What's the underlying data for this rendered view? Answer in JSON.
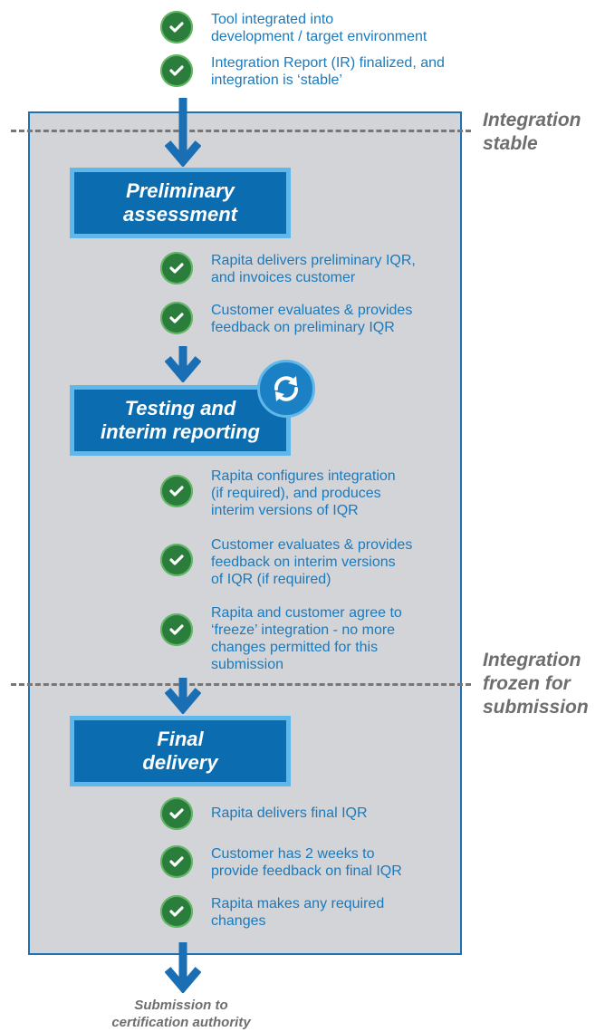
{
  "colors": {
    "panel": "#d3d4d8",
    "panel_border": "#1b72b5",
    "stage_fill": "#0b6db0",
    "stage_border": "#5fb7ea",
    "check_green": "#2a7d3b",
    "item_text": "#1a7abc",
    "milestone_text": "#6e6e6e",
    "arrow": "#1a6fb4"
  },
  "pre_items": [
    {
      "text": "Tool integrated into\ndevelopment / target environment"
    },
    {
      "text": "Integration Report (IR) finalized, and\nintegration is ‘stable’"
    }
  ],
  "milestones": {
    "stable": "Integration\nstable",
    "frozen": "Integration\nfrozen for\nsubmission"
  },
  "stages": {
    "preliminary": "Preliminary\nassessment",
    "testing": "Testing and\ninterim reporting",
    "final": "Final\ndelivery"
  },
  "preliminary_items": [
    {
      "text": "Rapita delivers preliminary IQR,\nand invoices customer"
    },
    {
      "text": "Customer evaluates & provides\nfeedback on preliminary IQR"
    }
  ],
  "testing_items": [
    {
      "text": "Rapita configures integration\n(if required), and produces\ninterim versions of IQR"
    },
    {
      "text": "Customer evaluates & provides\nfeedback on interim versions\nof  IQR (if required)"
    },
    {
      "text": "Rapita and customer agree to\n‘freeze’ integration - no more\nchanges permitted for this\nsubmission"
    }
  ],
  "final_items": [
    {
      "text": "Rapita delivers final IQR"
    },
    {
      "text": "Customer has 2 weeks to\nprovide feedback on final IQR"
    },
    {
      "text": "Rapita makes any required\nchanges"
    }
  ],
  "end_label": "Submission to\ncertification authority",
  "icons": {
    "check": "check-icon",
    "sync": "refresh-icon",
    "arrow": "arrow-down-icon"
  }
}
